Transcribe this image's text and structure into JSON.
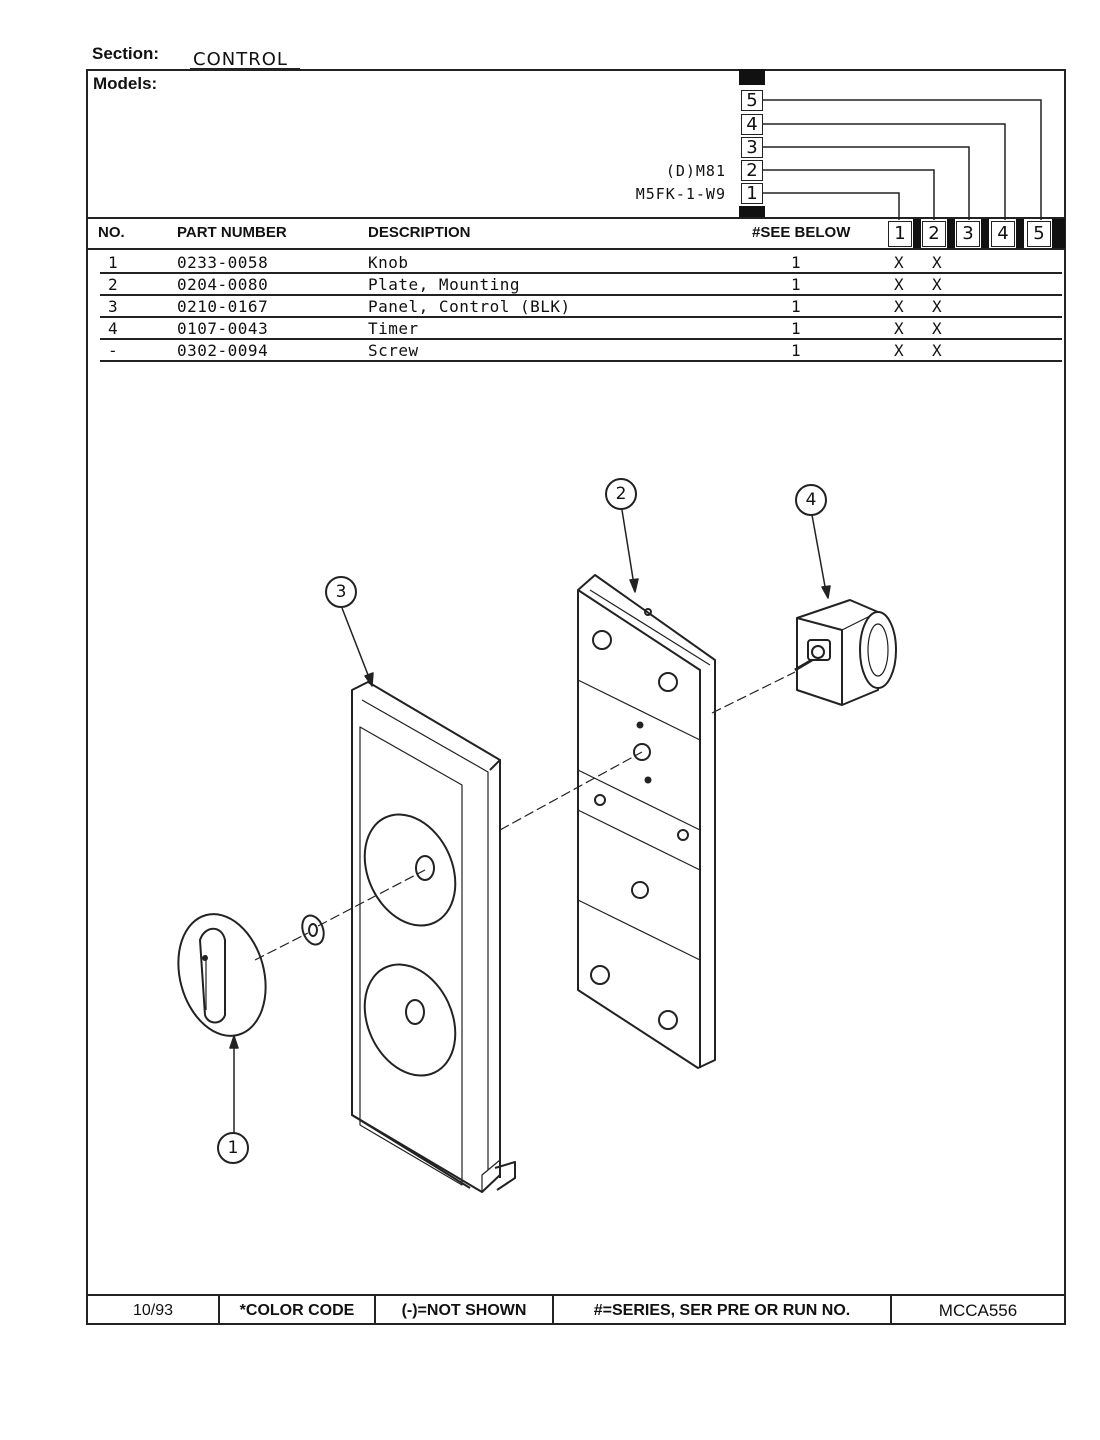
{
  "section": {
    "label": "Section:",
    "value": "CONTROL"
  },
  "models": {
    "label": "Models:",
    "columns": [
      "5",
      "4",
      "3",
      "2",
      "1"
    ],
    "names": [
      {
        "col": "2",
        "name": "(D)M81"
      },
      {
        "col": "1",
        "name": "M5FK-1-W9"
      }
    ]
  },
  "table": {
    "headers": {
      "no": "NO.",
      "part": "PART NUMBER",
      "desc": "DESCRIPTION",
      "see": "#SEE BELOW"
    },
    "model_cols": [
      "1",
      "2",
      "3",
      "4",
      "5"
    ],
    "rows": [
      {
        "no": "1",
        "part": "0233-0058",
        "desc": "Knob",
        "qty": "1",
        "m1": "X",
        "m2": "X"
      },
      {
        "no": "2",
        "part": "0204-0080",
        "desc": "Plate, Mounting",
        "qty": "1",
        "m1": "X",
        "m2": "X"
      },
      {
        "no": "3",
        "part": "0210-0167",
        "desc": "Panel, Control (BLK)",
        "qty": "1",
        "m1": "X",
        "m2": "X"
      },
      {
        "no": "4",
        "part": "0107-0043",
        "desc": "Timer",
        "qty": "1",
        "m1": "X",
        "m2": "X"
      },
      {
        "no": "-",
        "part": "0302-0094",
        "desc": "Screw",
        "qty": "1",
        "m1": "X",
        "m2": "X"
      }
    ]
  },
  "callouts": [
    "1",
    "2",
    "3",
    "4"
  ],
  "footer": {
    "date": "10/93",
    "color_code": "*COLOR CODE",
    "not_shown": "(-)=NOT SHOWN",
    "series": "#=SERIES, SER PRE OR RUN NO.",
    "doc_id": "MCCA556"
  }
}
